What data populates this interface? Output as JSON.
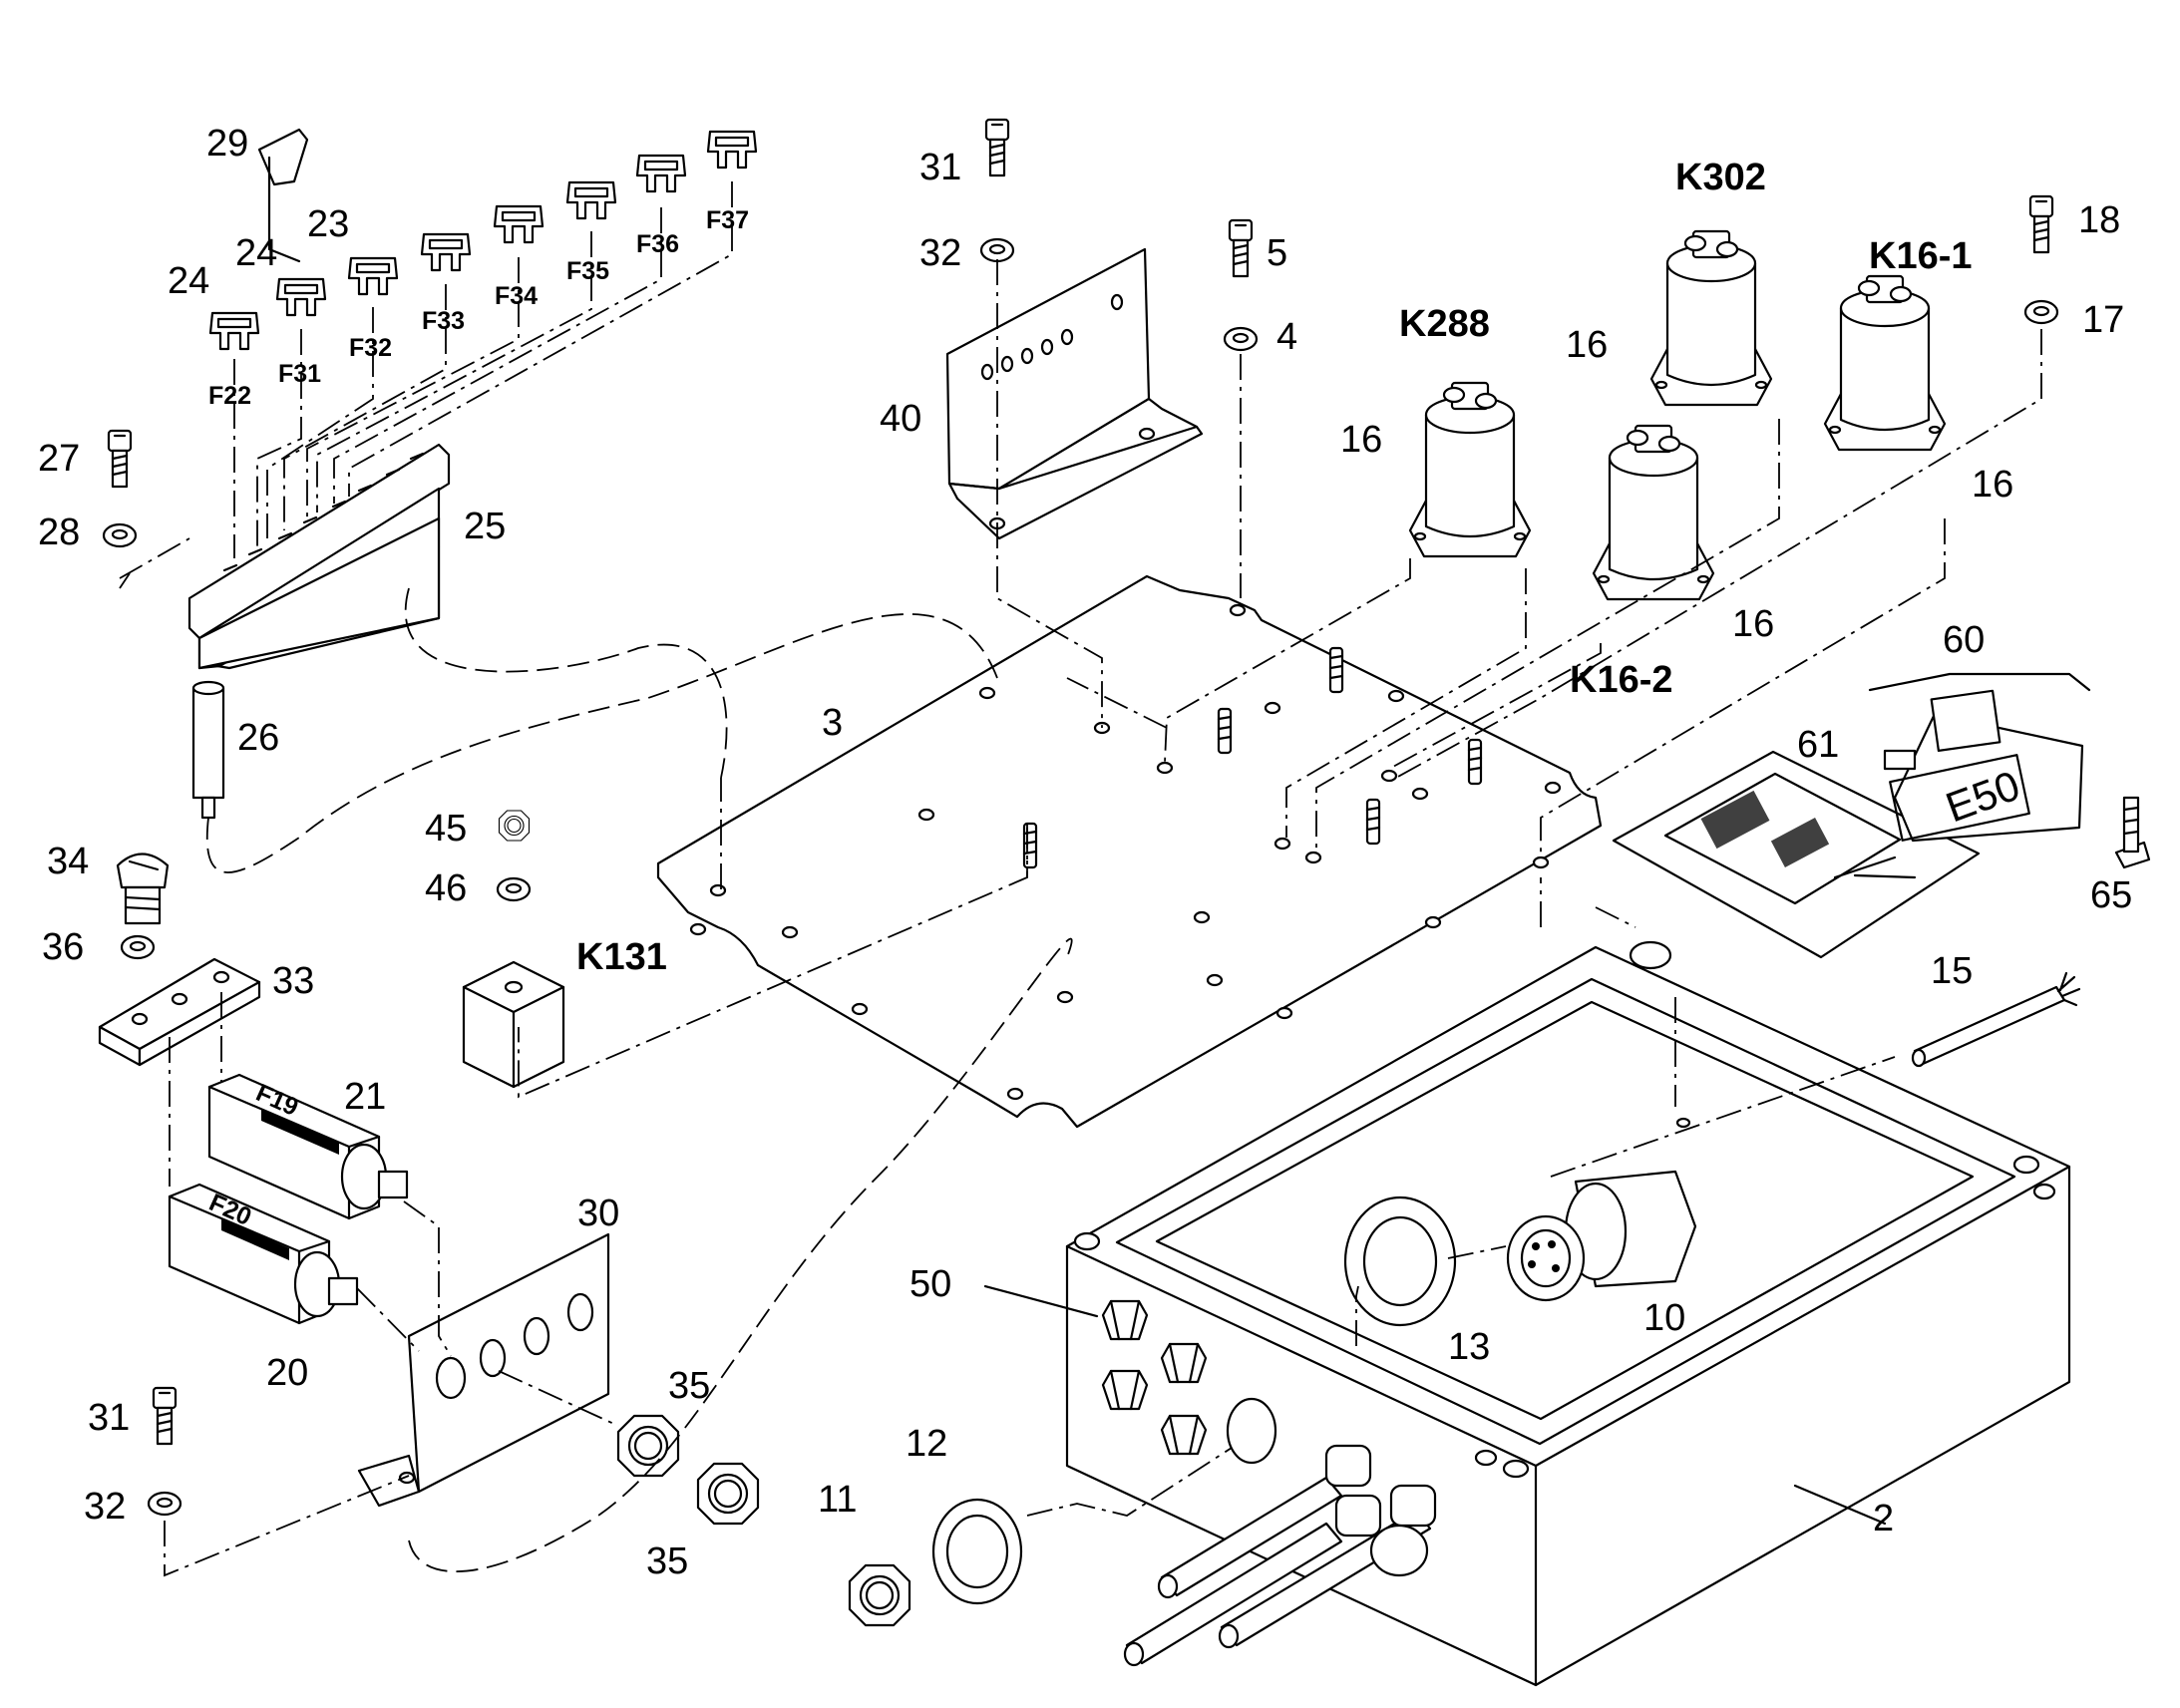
{
  "labels": {
    "p29": "29",
    "p24a": "24",
    "p23": "23",
    "p24b": "24",
    "f22": "F22",
    "f31": "F31",
    "f32": "F32",
    "f33": "F33",
    "f34": "F34",
    "f35": "F35",
    "f36": "F36",
    "f37": "F37",
    "p27": "27",
    "p28": "28",
    "p25": "25",
    "p26": "26",
    "p31a": "31",
    "p32a": "32",
    "p40": "40",
    "p5": "5",
    "p4": "4",
    "k288": "K288",
    "k302": "K302",
    "k161": "K16-1",
    "k162": "K16-2",
    "p16a": "16",
    "p16b": "16",
    "p16c": "16",
    "p16d": "16",
    "p18": "18",
    "p17": "17",
    "p3": "3",
    "p45": "45",
    "p46": "46",
    "k131": "K131",
    "p60": "60",
    "p61": "61",
    "p65": "65",
    "p15": "15",
    "p34": "34",
    "p36": "36",
    "p33": "33",
    "p21": "21",
    "p20": "20",
    "p30": "30",
    "p31b": "31",
    "p32b": "32",
    "p35a": "35",
    "p35b": "35",
    "p50": "50",
    "p13": "13",
    "p10": "10",
    "p12": "12",
    "p11": "11",
    "p2": "2",
    "fuse_f19": "F19",
    "fuse_f20": "F20",
    "label_e50": "E50"
  },
  "icons": [
    "screw-icon",
    "washer-icon",
    "nut-icon",
    "fuse-icon",
    "relay-icon",
    "spacer-icon",
    "cable-icon",
    "circuit-board-icon"
  ]
}
